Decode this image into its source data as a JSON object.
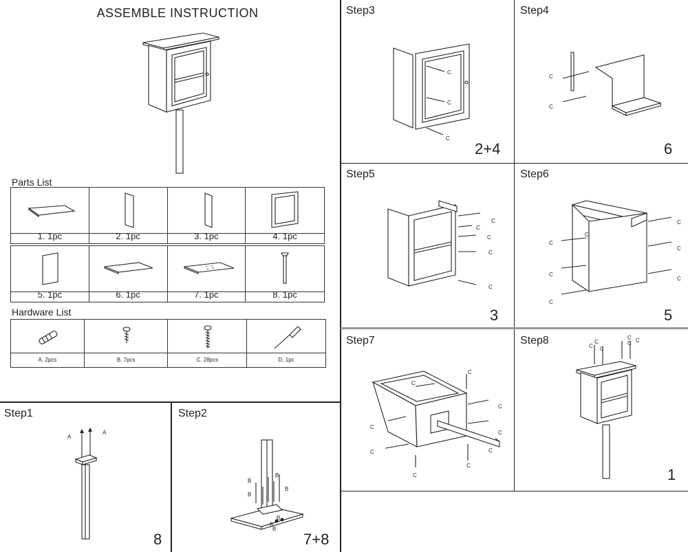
{
  "title": "ASSEMBLE   INSTRUCTION",
  "parts_list": {
    "heading": "Parts List",
    "row1": [
      "1. 1pc",
      "2. 1pc",
      "3. 1pc",
      "4. 1pc"
    ],
    "row2": [
      "5. 1pc",
      "6. 1pc",
      "7. 1pc",
      "8. 1pc"
    ]
  },
  "hardware_list": {
    "heading": "Hardware List",
    "items": [
      "A.  2pcs",
      "B.  7pcs",
      "C.  28pcs",
      "D. 1pc"
    ]
  },
  "steps": [
    {
      "title": "Step1",
      "parts": "8",
      "labels": [
        "A",
        "A"
      ]
    },
    {
      "title": "Step2",
      "parts": "7+8",
      "labels": [
        "B",
        "B",
        "B",
        "B",
        "B",
        "B",
        "B"
      ]
    },
    {
      "title": "Step3",
      "parts": "2+4",
      "labels": [
        "C",
        "C",
        "C"
      ]
    },
    {
      "title": "Step4",
      "parts": "6",
      "labels": [
        "C",
        "C"
      ]
    },
    {
      "title": "Step5",
      "parts": "3",
      "labels": [
        "C",
        "C",
        "C",
        "C",
        "C"
      ]
    },
    {
      "title": "Step6",
      "parts": "5",
      "labels": [
        "C",
        "C",
        "C",
        "C",
        "C",
        "C",
        "C"
      ]
    },
    {
      "title": "Step7",
      "parts": "",
      "labels": [
        "C",
        "C",
        "C",
        "C",
        "C",
        "C",
        "C",
        "C",
        "C"
      ]
    },
    {
      "title": "Step8",
      "parts": "1",
      "labels": [
        "C",
        "C",
        "C",
        "C",
        "C",
        "C"
      ]
    }
  ]
}
